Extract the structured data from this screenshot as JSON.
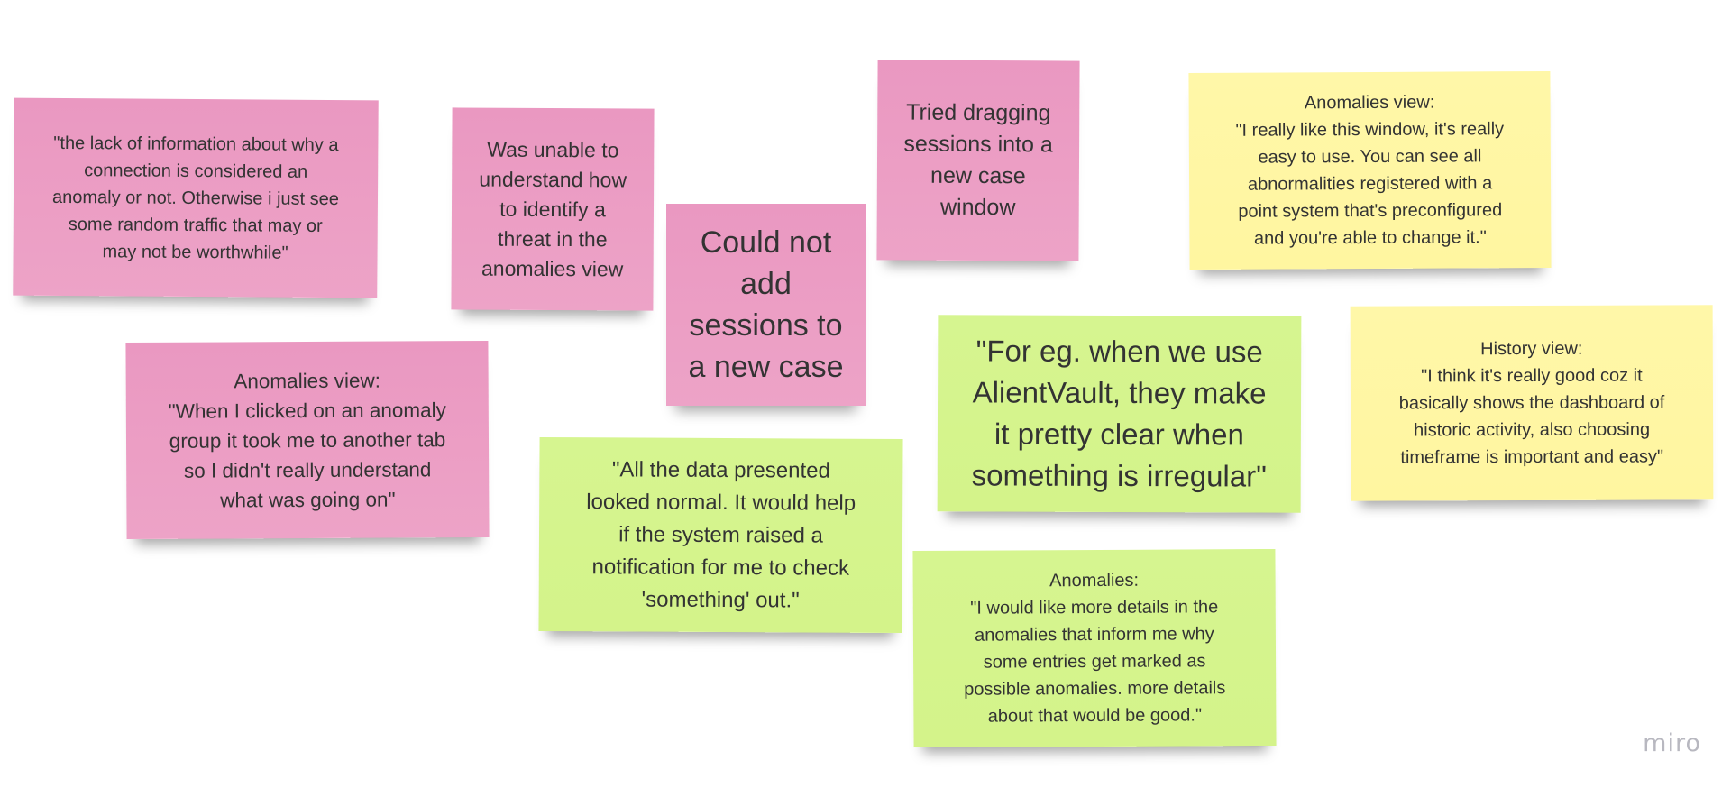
{
  "board": {
    "watermark": "miro",
    "colors": {
      "pink": "#ea98c1",
      "lime": "#d6f590",
      "yellow": "#fff7a8",
      "text": "#333333"
    },
    "notes": [
      {
        "id": "n1",
        "color": "pink",
        "text": "\"the lack of information about why a\nconnection is considered an\nanomaly or not. Otherwise i just see\nsome random traffic that may or\nmay not be worthwhile\""
      },
      {
        "id": "n2",
        "color": "pink",
        "text": "Was unable to\nunderstand how\nto identify a\nthreat in the\nanomalies view"
      },
      {
        "id": "n3",
        "color": "pink",
        "text": "Could not\nadd\nsessions to\na new case"
      },
      {
        "id": "n4",
        "color": "pink",
        "text": "Tried dragging\nsessions into a\nnew case\nwindow"
      },
      {
        "id": "n5",
        "color": "yellow",
        "text": "Anomalies view:\n\"I really like this window, it's really\neasy to use. You can see all\nabnormalities registered with a\npoint system that's preconfigured\nand you're able to change it.\""
      },
      {
        "id": "n6",
        "color": "pink",
        "text": "Anomalies view:\n\"When I clicked on an anomaly\ngroup it took me to another tab\nso I didn't really understand\nwhat was going on\""
      },
      {
        "id": "n7",
        "color": "lime",
        "text": "\"All the data presented\nlooked normal. It would help\nif the system raised a\nnotification for me to check\n'something' out.\""
      },
      {
        "id": "n8",
        "color": "lime",
        "text": "\"For eg. when we use\nAlientVault, they make\nit pretty clear when\nsomething is irregular\""
      },
      {
        "id": "n9",
        "color": "yellow",
        "text": "History view:\n\"I think it's really good coz it\nbasically shows the dashboard of\nhistoric activity, also choosing\ntimeframe is important and easy\""
      },
      {
        "id": "n10",
        "color": "lime",
        "text": "Anomalies:\n\"I would like more details in the\nanomalies that inform me why\nsome entries get marked as\npossible anomalies. more details\nabout that would be good.\""
      }
    ]
  }
}
